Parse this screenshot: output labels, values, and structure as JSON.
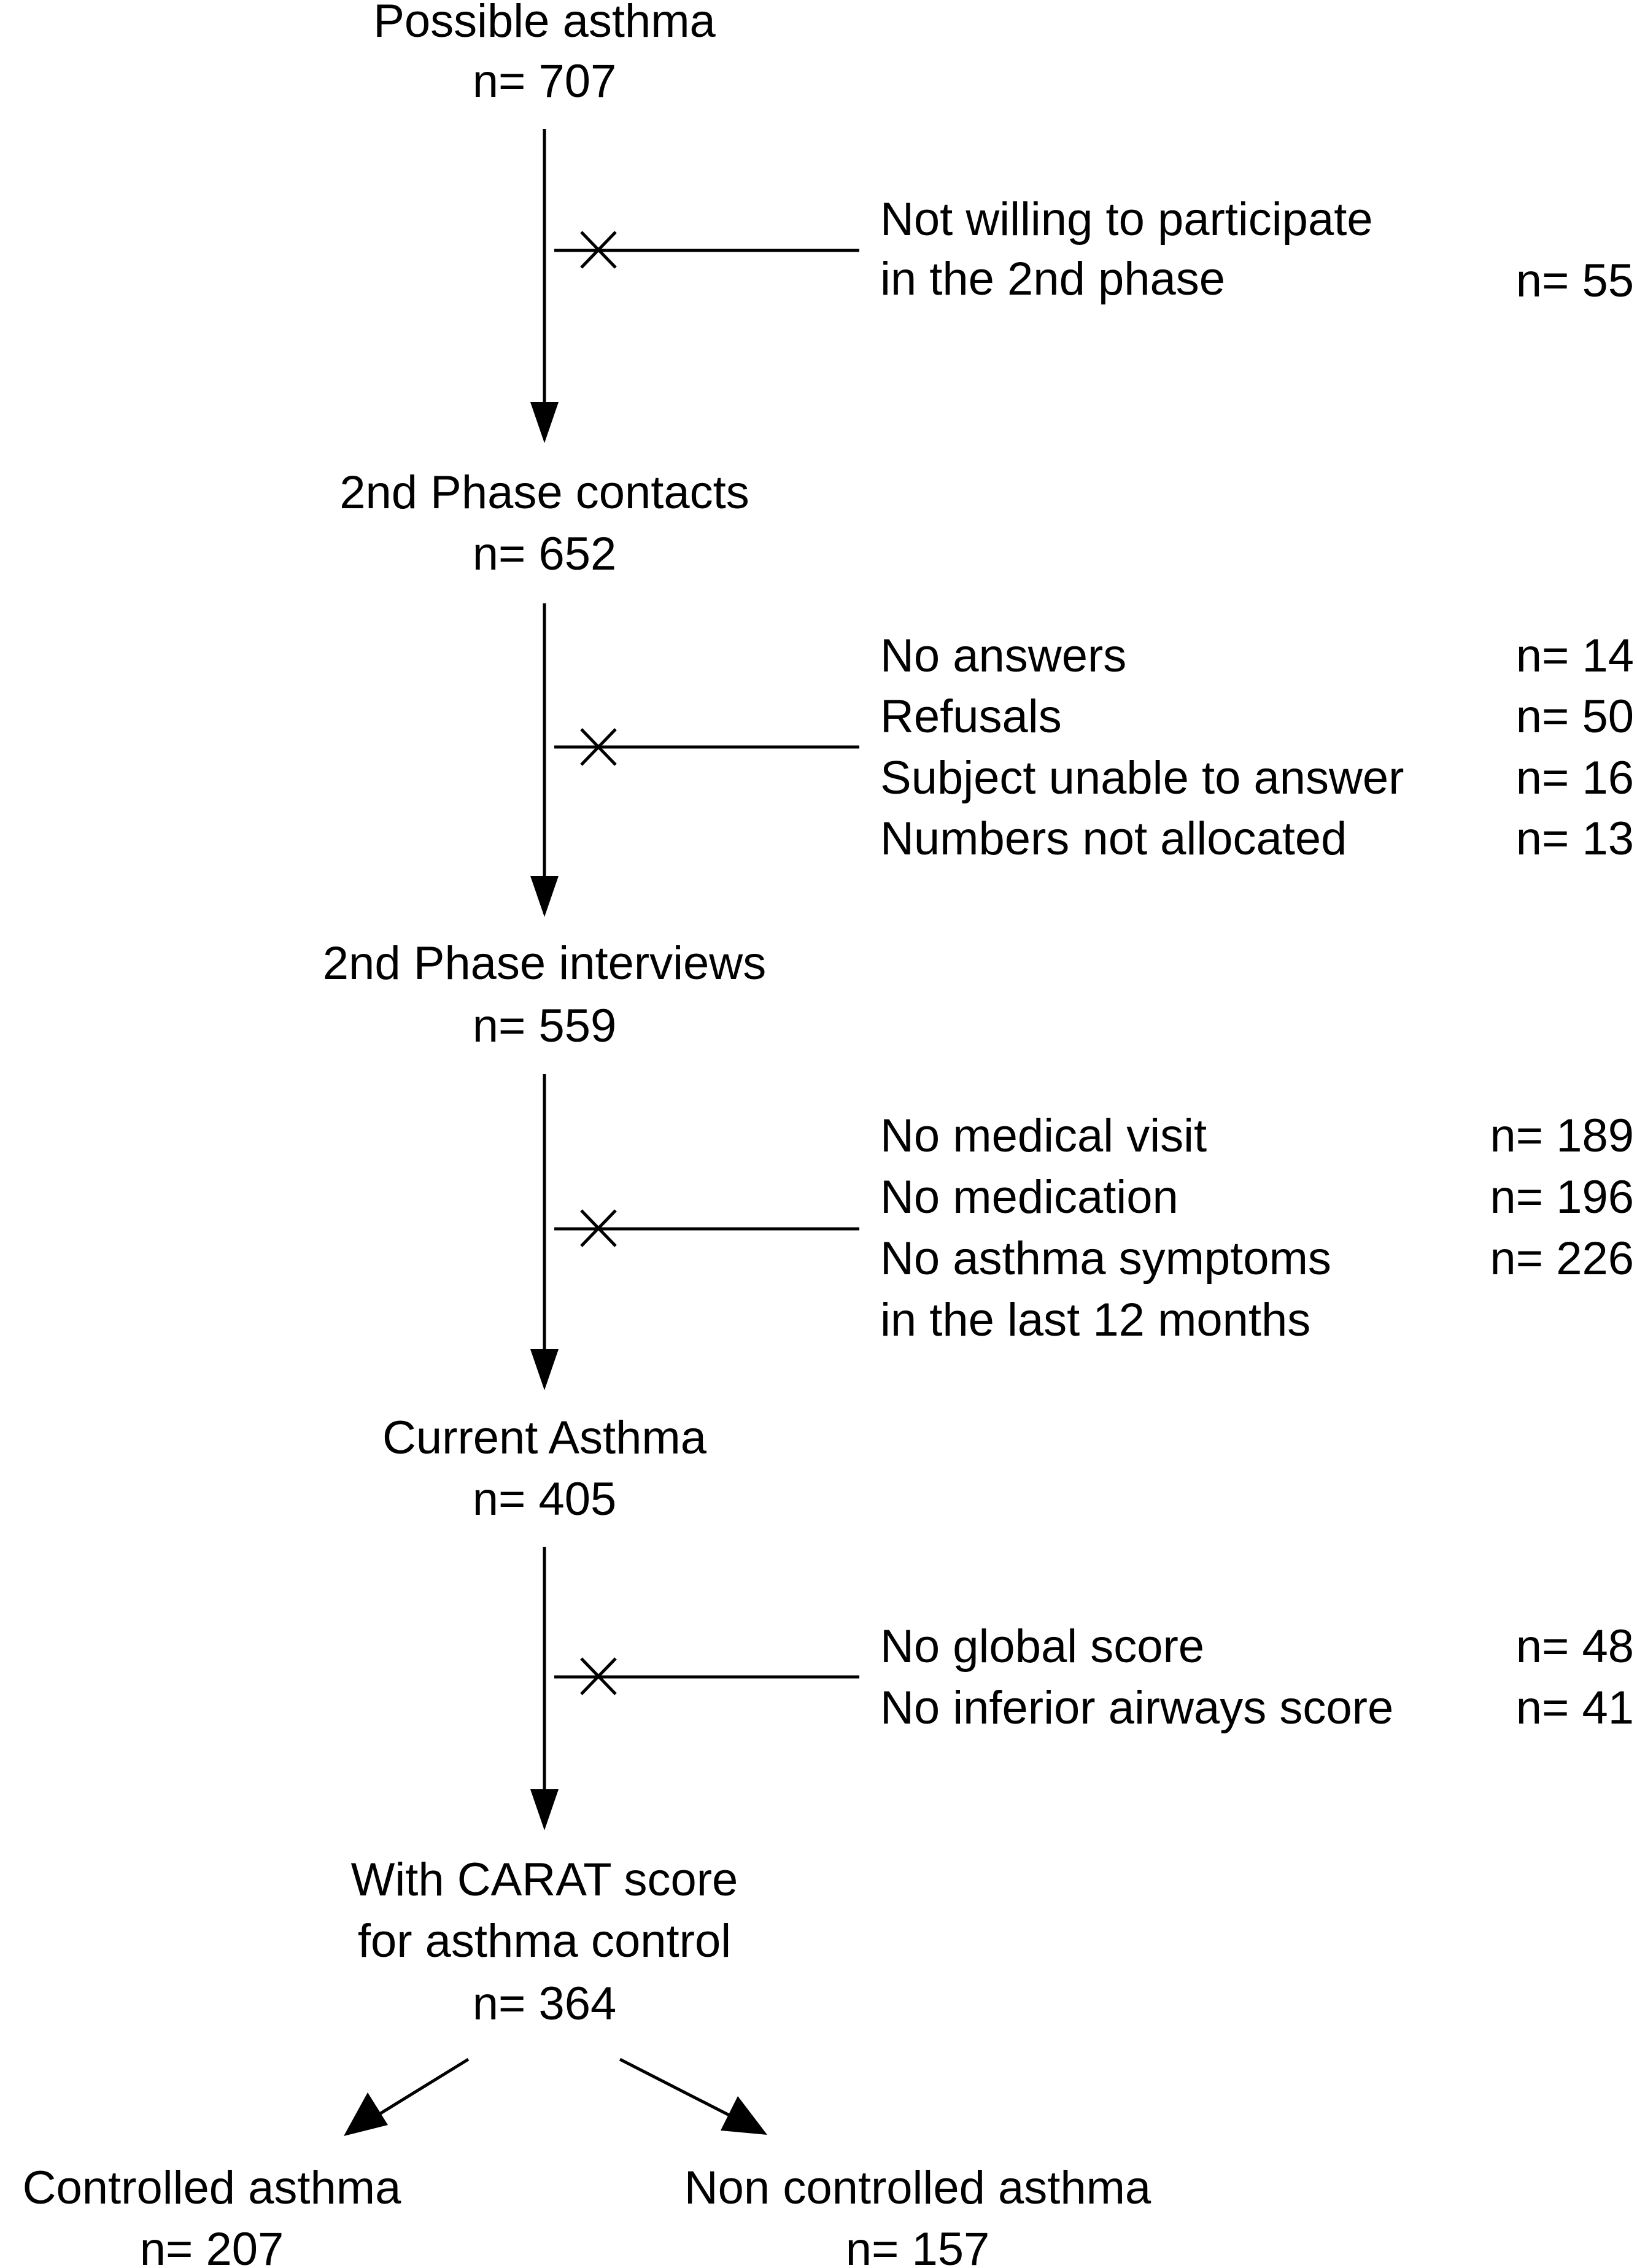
{
  "nodes": [
    {
      "lines": [
        "Possible asthma",
        "n= 707"
      ]
    },
    {
      "lines": [
        "2nd Phase contacts",
        "n=  652"
      ]
    },
    {
      "lines": [
        "2nd Phase interviews",
        "n=  559"
      ]
    },
    {
      "lines": [
        "Current Asthma",
        "n=  405"
      ]
    },
    {
      "lines": [
        "With CARAT score",
        "for asthma control",
        "n=  364"
      ]
    },
    {
      "lines": [
        "Controlled asthma",
        "n=  207"
      ]
    },
    {
      "lines": [
        "Non controlled asthma",
        "n=  157"
      ]
    }
  ],
  "exclusions": [
    {
      "rows": [
        {
          "label": "Not willing to participate",
          "count": ""
        },
        {
          "label": "in the 2nd phase",
          "count": "n= 55"
        }
      ]
    },
    {
      "rows": [
        {
          "label": "No answers",
          "count": "n= 14"
        },
        {
          "label": "Refusals",
          "count": "n= 50"
        },
        {
          "label": "Subject unable to answer",
          "count": "n= 16"
        },
        {
          "label": "Numbers not allocated",
          "count": "n= 13"
        }
      ]
    },
    {
      "rows": [
        {
          "label": "No medical visit",
          "count": "n= 189"
        },
        {
          "label": "No medication",
          "count": "n= 196"
        },
        {
          "label": "No asthma symptoms",
          "count": "n= 226"
        },
        {
          "label": "in the last 12 months",
          "count": ""
        }
      ]
    },
    {
      "rows": [
        {
          "label": "No global score",
          "count": "n= 48"
        },
        {
          "label": "No inferior airways score",
          "count": "n= 41"
        }
      ]
    }
  ],
  "colors": {
    "ink": "#000000",
    "background": "#ffffff"
  }
}
